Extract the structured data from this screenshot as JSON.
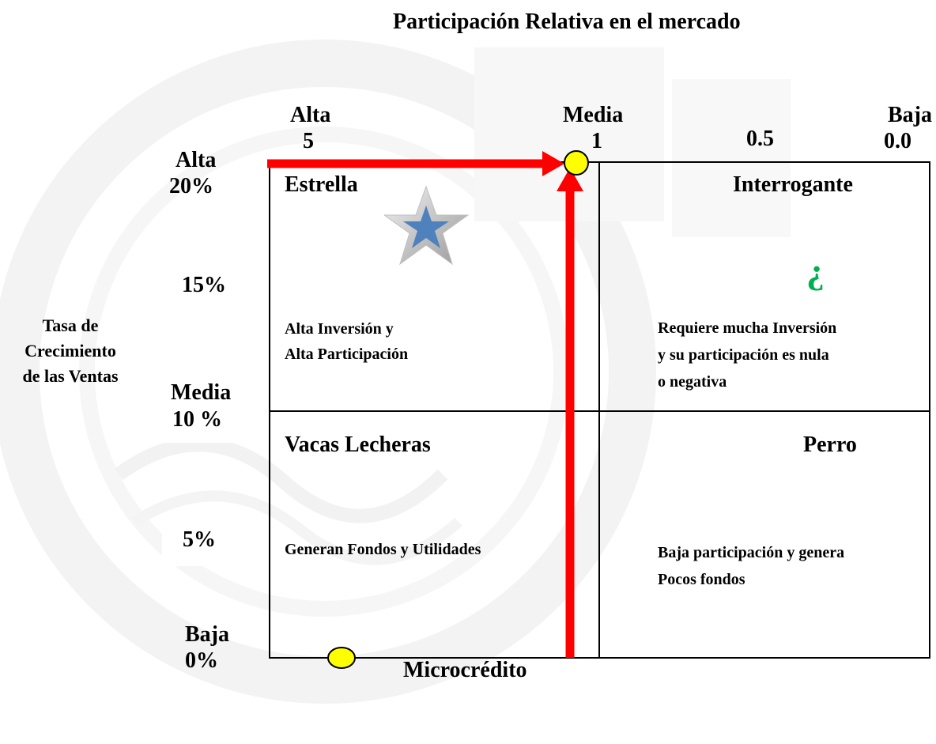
{
  "title": "Participación Relativa en el  mercado",
  "x_axis": {
    "high_label": "Alta",
    "high_value": "5",
    "mid_label": "Media",
    "mid_value": "1",
    "low_mid_value": "0.5",
    "low_label": "Baja",
    "low_value": "0.0"
  },
  "y_axis": {
    "title_lines": [
      "Tasa de",
      "Crecimiento",
      "de las Ventas"
    ],
    "high_label": "Alta",
    "high_value": "20%",
    "v15": "15%",
    "mid_label": "Media",
    "mid_value": "10 %",
    "v5": "5%",
    "low_label": "Baja",
    "low_value": "0%"
  },
  "quadrants": {
    "estrella": {
      "title": "Estrella",
      "desc": [
        "Alta Inversión y",
        "Alta Participación"
      ],
      "icon": "star-icon"
    },
    "interrogante": {
      "title": "Interrogante",
      "symbol": "¿",
      "desc": [
        "Requiere mucha Inversión",
        "y su participación es nula",
        "o negativa"
      ]
    },
    "vacas": {
      "title": "Vacas Lecheras",
      "desc": "Generan Fondos y  Utilidades"
    },
    "perro": {
      "title": "Perro",
      "desc": [
        "Baja participación y genera",
        "Pocos fondos"
      ]
    }
  },
  "legend": {
    "label": "Microcrédito",
    "marker_color": "#ffff00"
  },
  "colors": {
    "arrow": "#ff0000",
    "star": "#4f81bd",
    "question": "#00b050",
    "marker": "#ffff00"
  }
}
